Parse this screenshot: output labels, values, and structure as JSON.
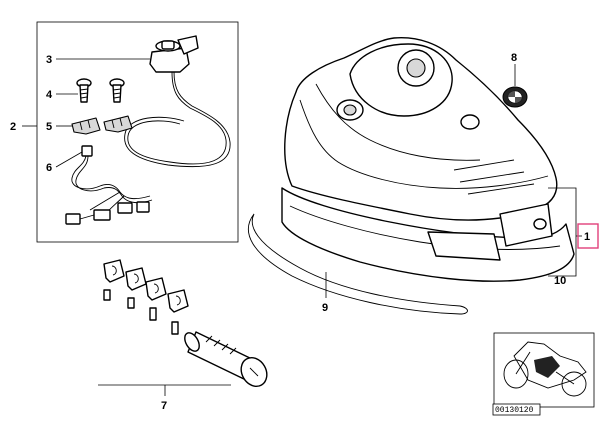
{
  "callouts": {
    "c1": "1",
    "c2": "2",
    "c3": "3",
    "c4": "4",
    "c5": "5",
    "c6": "6",
    "c7": "7",
    "c8": "8",
    "c9": "9",
    "c10": "10"
  },
  "image_number": "00130120",
  "highlight_color": "#e0407a"
}
